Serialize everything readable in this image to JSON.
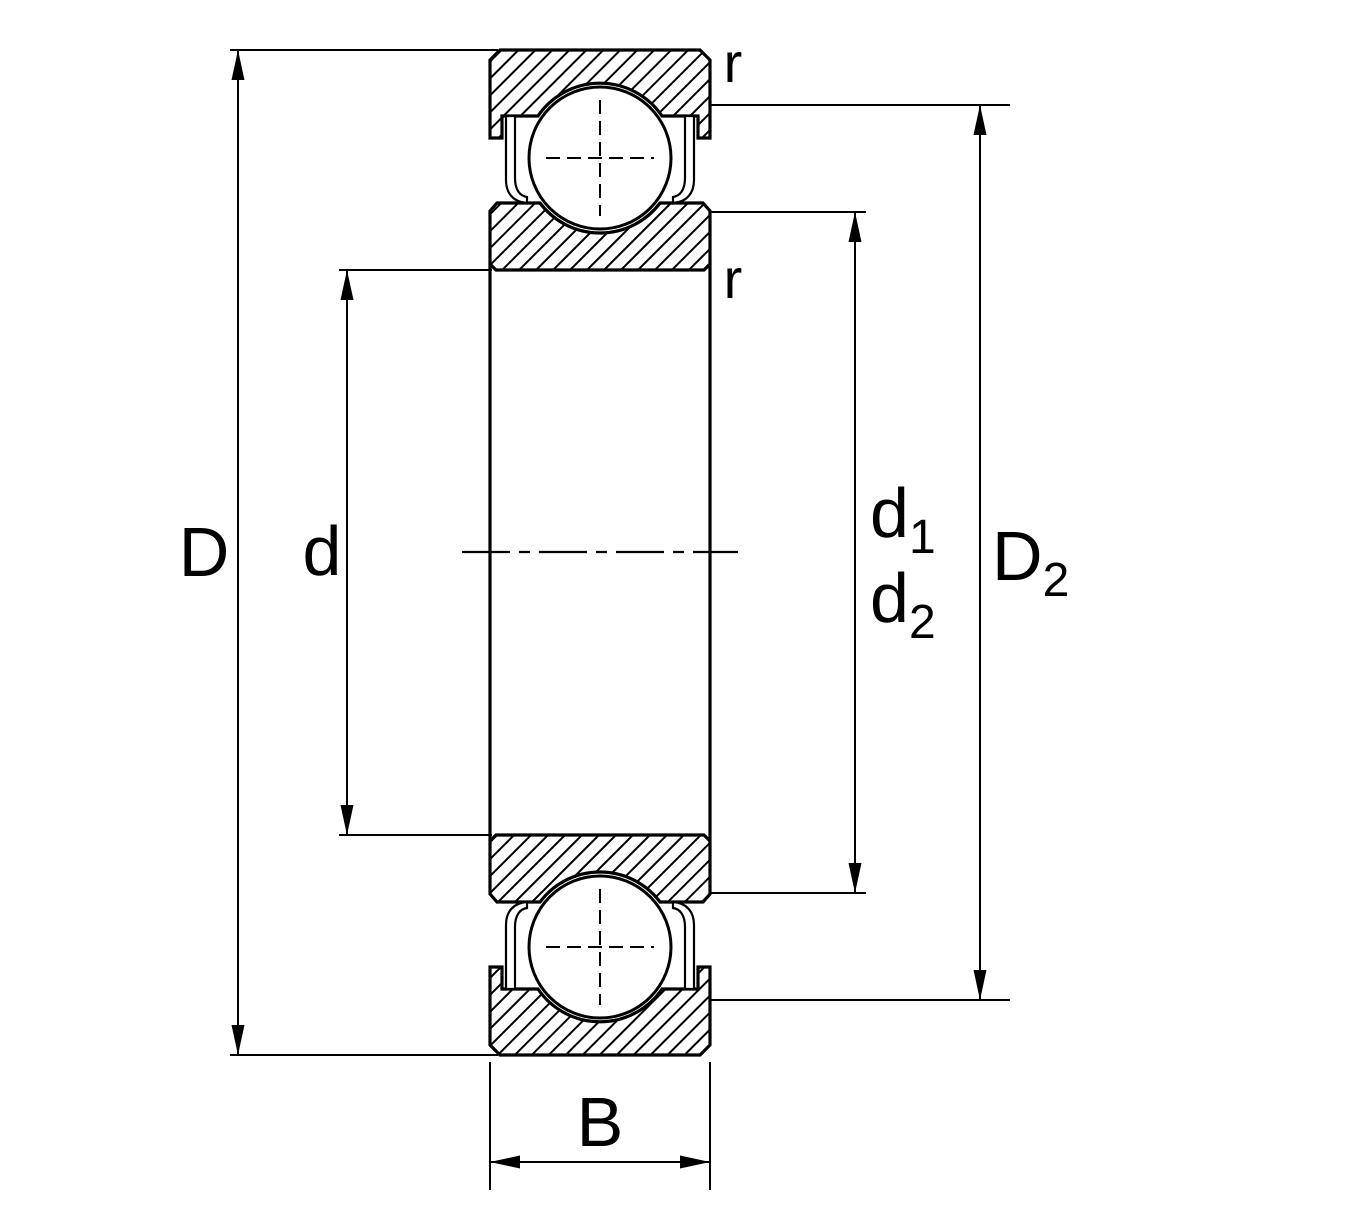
{
  "labels": {
    "D": "D",
    "d": "d",
    "d1": {
      "base": "d",
      "sub": "1"
    },
    "d2": {
      "base": "d",
      "sub": "2"
    },
    "D2": {
      "base": "D",
      "sub": "2"
    },
    "B": "B",
    "r_outer": "r",
    "r_inner": "r"
  },
  "colors": {
    "line": "#000000",
    "background": "#ffffff"
  }
}
